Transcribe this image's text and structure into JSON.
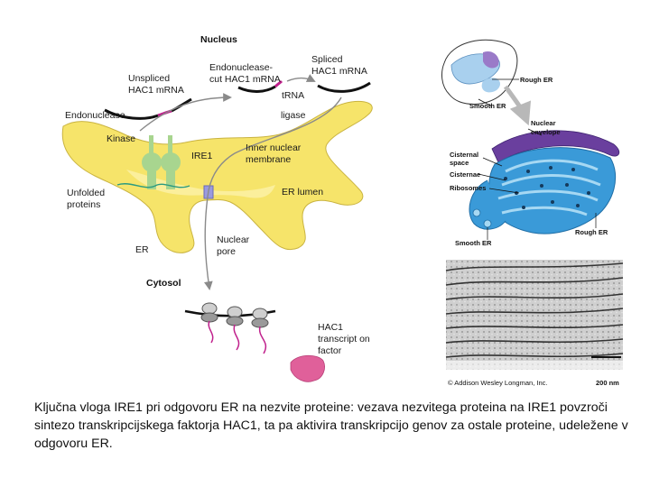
{
  "diagram": {
    "nucleus_label": "Nucleus",
    "cytosol_label": "Cytosol",
    "unspliced_line1": "Unspliced",
    "unspliced_line2": "HAC1 mRNA",
    "cut_line1": "Endonuclease-",
    "cut_line2": "cut HAC1 mRNA",
    "spliced_line1": "Spliced",
    "spliced_line2": "HAC1 mRNA",
    "trna_line1": "tRNA",
    "trna_line2": "ligase",
    "endonuclease": "Endonuclease",
    "kinase": "Kinase",
    "ire1": "IRE1",
    "inner_membrane_line1": "Inner nuclear",
    "inner_membrane_line2": "membrane",
    "unfolded_line1": "Unfolded",
    "unfolded_line2": "proteins",
    "er_lumen": "ER lumen",
    "er": "ER",
    "nuclear_pore_line1": "Nuclear",
    "nuclear_pore_line2": "pore",
    "hac1_tf_line1": "HAC1",
    "hac1_tf_line2": "transcript on",
    "hac1_tf_line3": "factor"
  },
  "illustration": {
    "rough_er_top": "Rough ER",
    "smooth_er_top": "Smooth ER",
    "nuclear_envelope_line1": "Nuclear",
    "nuclear_envelope_line2": "envelope",
    "cisternal_space_line1": "Cisternal",
    "cisternal_space_line2": "space",
    "cisternae": "Cisternae",
    "ribosomes": "Ribosomes",
    "smooth_er_bottom": "Smooth ER",
    "rough_er_bottom": "Rough ER",
    "copyright": "© Addison Wesley Longman, Inc.",
    "scale_bar": "200 nm"
  },
  "colors": {
    "er_yellow": "#f6e46a",
    "ire1_green": "#a8d58f",
    "mrna_magenta": "#c0208c",
    "tf_pink": "#e0609a",
    "er_blue": "#3a9ad8",
    "envelope_purple": "#6a3f9e"
  },
  "caption": "Ključna vloga IRE1 pri odgovoru ER na nezvite proteine: vezava nezvitega proteina na IRE1 povzroči sintezo transkripcijskega faktorja HAC1, ta pa aktivira transkripcijo genov za ostale proteine, udeležene v odgovoru ER."
}
